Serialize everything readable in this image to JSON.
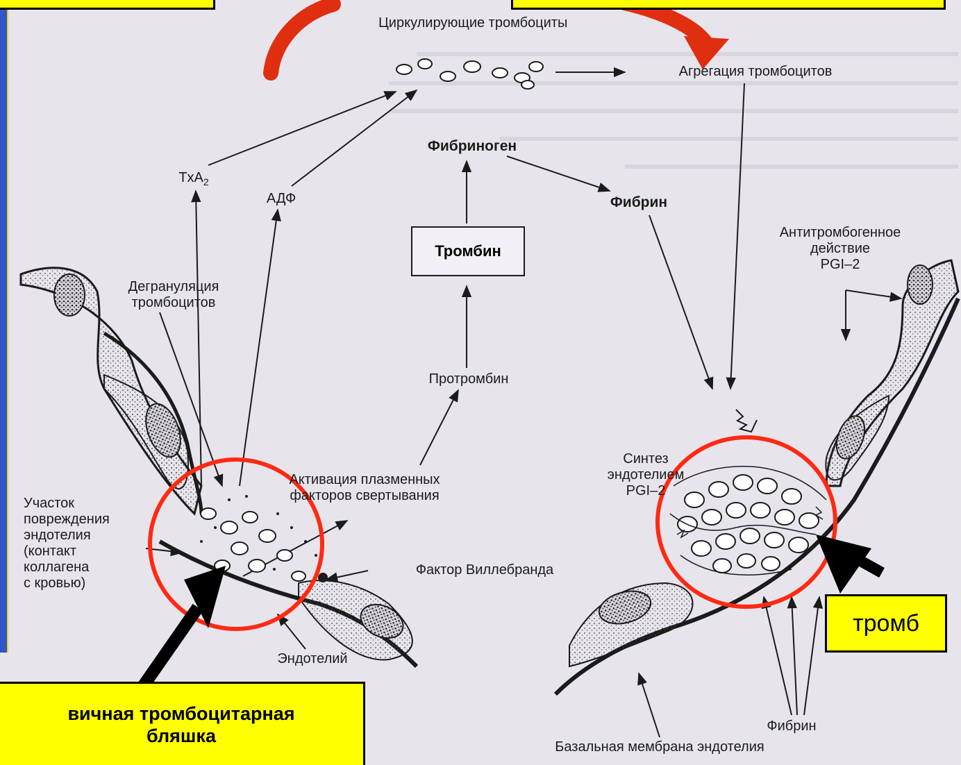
{
  "colors": {
    "callout_fill": "#ffff00",
    "highlight_ring": "#ff2a12",
    "curved_arrow": "#e02f10",
    "sidebar": "#2f57c8",
    "line_art": "#1b1b1b",
    "background": "#e7e4ec"
  },
  "nodes": {
    "circulating_platelets": "Циркулирующие\nтромбоциты",
    "platelet_aggregation": "Агрегация тромбоцитов",
    "fibrinogen": "Фибриноген",
    "fibrin": "Фибрин",
    "txa2": "TxA",
    "txa2_sub": "2",
    "adp": "АДФ",
    "thrombin": "Тромбин",
    "prothrombin": "Протромбин",
    "antithrombogenic": "Антитромбогенное\nдействие\nPGI–2",
    "degranulation": "Дегрануляция\nтромбоцитов",
    "plasma_factors": "Активация плазменных\nфакторов свертывания",
    "damage_site": "Участок\nповреждения\nэндотелия\n(контакт\nколлагена\nс кровью)",
    "von_willebrand": "Фактор Виллебранда",
    "pgi2_synthesis": "Синтез\nэндотелием\nPGI–2",
    "endothelium": "Эндотелий",
    "fibrin_bottom": "Фибрин",
    "basal_membrane": "Базальная мембрана эндотелия"
  },
  "callouts": {
    "primary_plaque": "вичная тромбоцитарная\nбляшка",
    "thrombus": "тромб"
  }
}
